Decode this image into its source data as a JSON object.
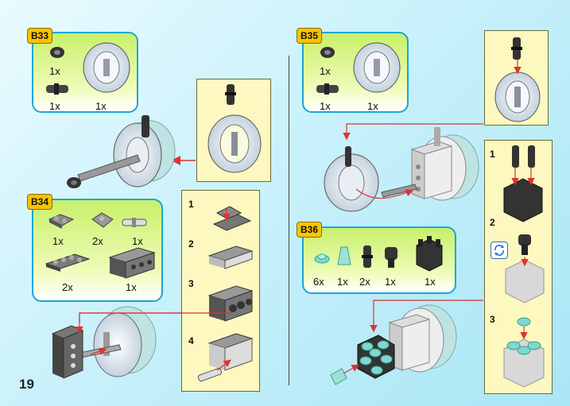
{
  "page_number": "19",
  "steps": {
    "b33": {
      "label": "B33",
      "qty": [
        "1x",
        "1x",
        "1x"
      ]
    },
    "b34": {
      "label": "B34",
      "qty": [
        "1x",
        "2x",
        "1x",
        "2x",
        "1x"
      ]
    },
    "b35": {
      "label": "B35",
      "qty": [
        "1x",
        "1x",
        "1x"
      ]
    },
    "b36": {
      "label": "B36",
      "qty": [
        "6x",
        "1x",
        "2x",
        "1x",
        "1x"
      ]
    }
  },
  "sub_steps": {
    "left": [
      "1",
      "2",
      "3",
      "4"
    ],
    "right": [
      "1",
      "2",
      "3"
    ]
  },
  "icons": [
    "rotate-icon"
  ],
  "colors": {
    "badge": "#f6c400",
    "box_border": "#1aa6d6",
    "box_fill_top": "#c8f06a",
    "sub_frame": "#fdf8bf",
    "arrow": "#d33333",
    "brick_dark": "#6e6e6e",
    "brick_light": "#d9d9d9",
    "wheel": "#dfe8f2",
    "transparent_blue": "#7fd6d2"
  }
}
